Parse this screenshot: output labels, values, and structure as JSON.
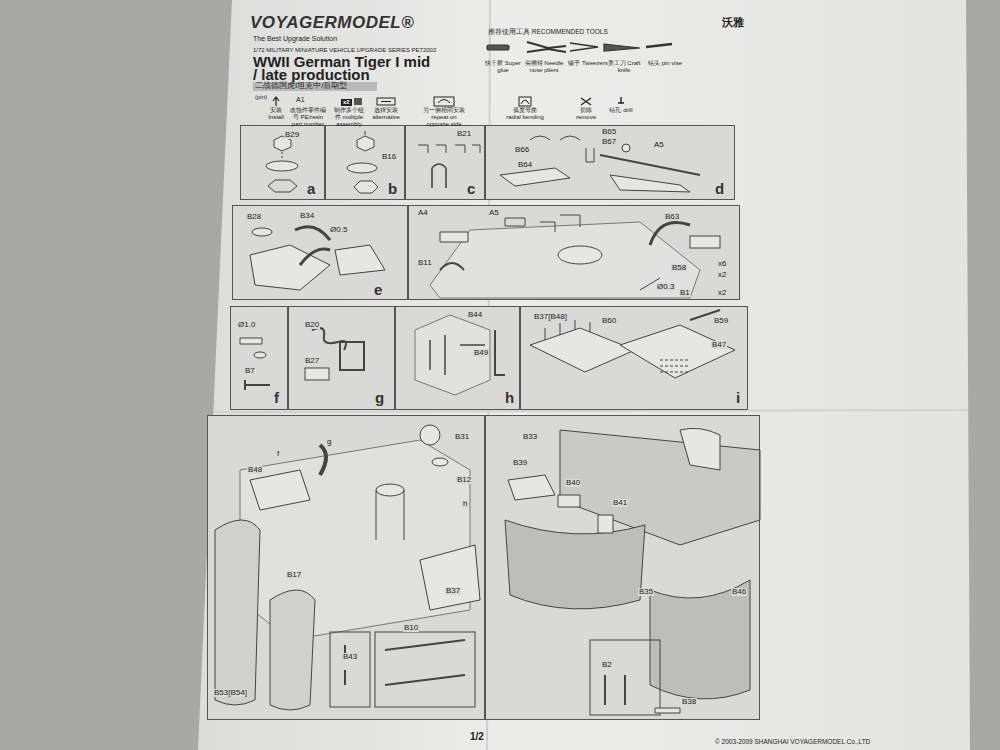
{
  "diagram": {
    "title": "WWII German Tiger I mid / late production",
    "nodes": [
      {
        "text": [
          "B29",
          "a"
        ]
      },
      {
        "text": [
          "B16",
          "b"
        ]
      },
      {
        "text": [
          "B21",
          "c"
        ]
      },
      {
        "text": [
          "B65",
          "B67",
          "B66",
          "B64",
          "A5",
          "d"
        ]
      },
      {
        "text": [
          "B28",
          "B34",
          "Ø0.5",
          "e"
        ]
      },
      {
        "text": [
          "A4",
          "A5",
          "B63",
          "B11",
          "B58",
          "x6",
          "x2",
          "Ø0.3",
          "B1",
          "x2"
        ]
      },
      {
        "text": [
          "Ø1.0",
          "B7",
          "f"
        ]
      },
      {
        "text": [
          "B20",
          "B27",
          "g"
        ]
      },
      {
        "text": [
          "B44",
          "B49",
          "h"
        ]
      },
      {
        "text": [
          "B37[B48]",
          "B60",
          "B59",
          "B47",
          "i"
        ]
      },
      {
        "text": [
          "B31",
          "B12",
          "B48",
          "f",
          "g",
          "h",
          "B17",
          "B37",
          "B53[B54]",
          "B43",
          "B10"
        ]
      },
      {
        "text": [
          "B33",
          "B39",
          "B40",
          "B41",
          "B35",
          "B46",
          "B2",
          "B38"
        ]
      }
    ],
    "labels": [
      "VOYAGERMODEL®",
      "The Best Upgrade Solution",
      "1/72 MILITARY MINIATURE VEHICLE UPGRADE SERIES PE72002",
      "二战德国虎I坦克中/后期型",
      "沃雅",
      "推荐使用工具 RECOMMENDED TOOLS",
      "快干胶 Super glue",
      "尖嘴钳 Needle nose pliers",
      "镊子 Tweezers",
      "美工刀 Craft knife",
      "钻头 pin vise",
      "(pin)",
      "A1",
      "x2",
      "1/2",
      "© 2003-2009 SHANGHAI VOYAGERMODEL Co.,LTD"
    ],
    "legend": [
      {
        "text": "安装 Install"
      },
      {
        "text": "改蚀件零件编号 PE/resin part number"
      },
      {
        "text": "制作多个组件 multiple assembly"
      },
      {
        "text": "选择安装 alternative"
      },
      {
        "text": "另一侧相同安装 repeat on opposite side"
      },
      {
        "text": "弧度弯曲 radial bending"
      },
      {
        "text": "切除 remove"
      },
      {
        "text": "钻孔 drill"
      }
    ]
  }
}
